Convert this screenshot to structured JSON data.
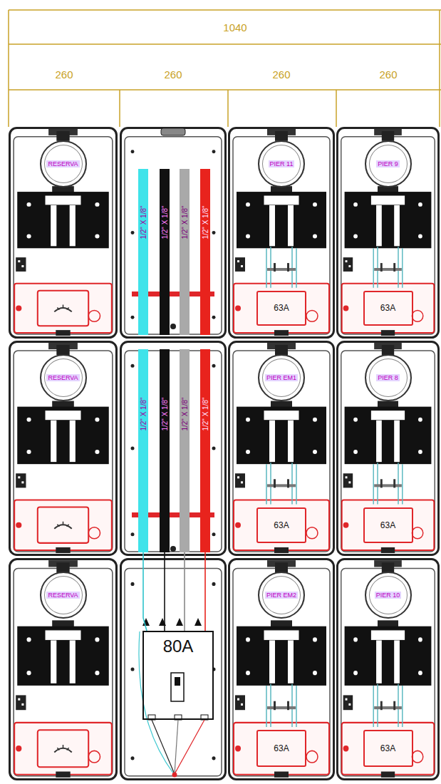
{
  "diagram": {
    "nodes": [
      {
        "text": [
          "RESERVA"
        ]
      },
      {
        "text": [
          "1/2\" X 1/8\""
        ]
      },
      {
        "text": [
          "1/2\" X 1/8\""
        ]
      },
      {
        "text": [
          "1/2\" X 1/8\""
        ]
      },
      {
        "text": [
          "1/2\" X 1/8\""
        ]
      },
      {
        "text": [
          "PIER 11"
        ]
      },
      {
        "text": [
          "63A"
        ]
      },
      {
        "text": [
          "PIER 9"
        ]
      },
      {
        "text": [
          "63A"
        ]
      },
      {
        "text": [
          "RESERVA"
        ]
      },
      {
        "text": [
          "1/2\" X 1/8\""
        ]
      },
      {
        "text": [
          "1/2\" X 1/8\""
        ]
      },
      {
        "text": [
          "1/2\" X 1/8\""
        ]
      },
      {
        "text": [
          "1/2\" X 1/8\""
        ]
      },
      {
        "text": [
          "PIER EM1"
        ]
      },
      {
        "text": [
          "63A"
        ]
      },
      {
        "text": [
          "PIER 8"
        ]
      },
      {
        "text": [
          "63A"
        ]
      },
      {
        "text": [
          "RESERVA"
        ]
      },
      {
        "text": [
          "80A"
        ]
      },
      {
        "text": [
          "PIER EM2"
        ]
      },
      {
        "text": [
          "63A"
        ]
      },
      {
        "text": [
          "PIER 10"
        ]
      },
      {
        "text": [
          "63A"
        ]
      }
    ],
    "edges": [
      {
        "from": 10,
        "to": 19,
        "arrow": "none"
      },
      {
        "from": 11,
        "to": 19,
        "arrow": "none"
      },
      {
        "from": 12,
        "to": 19,
        "arrow": "none"
      },
      {
        "from": 13,
        "to": 19,
        "arrow": "none"
      }
    ],
    "labels": [
      "1040",
      "260",
      "260",
      "260",
      "260"
    ]
  }
}
